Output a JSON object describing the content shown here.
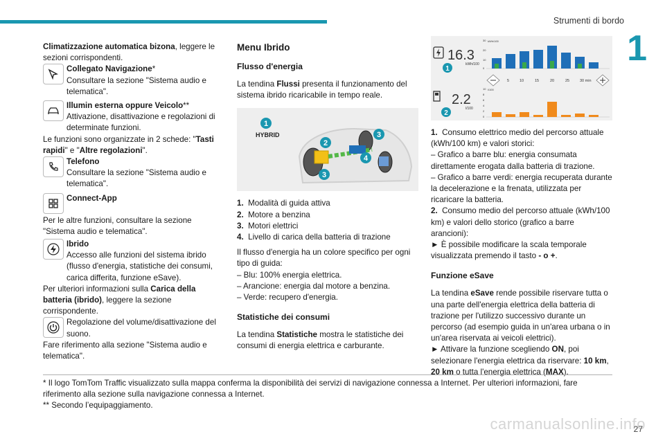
{
  "header": {
    "section_title": "Strumenti di bordo",
    "chapter_number": "1"
  },
  "col1": {
    "intro_bold": "Climatizzazione automatica bizona",
    "intro_rest": ", leggere le sezioni corrispondenti.",
    "nav_title": "Collegato Navigazione",
    "nav_star": "*",
    "nav_text": "Consultare la sezione \"Sistema audio e telematica\".",
    "light_title": "Illumin esterna oppure Veicolo",
    "light_star": "**",
    "light_text": "Attivazione, disattivazione e regolazioni di determinate funzioni.",
    "tabs_text_a": "Le funzioni sono organizzate in 2 schede: \"",
    "tabs_bold_a": "Tasti rapidi",
    "tabs_text_b": "\" e \"",
    "tabs_bold_b": "Altre regolazioni",
    "tabs_text_c": "\".",
    "phone_title": "Telefono",
    "phone_text": "Consultare la sezione \"Sistema audio e telematica\".",
    "connect_title": "Connect-App",
    "connect_text": "Per le altre funzioni, consultare la sezione \"Sistema audio e telematica\".",
    "hybrid_title": "Ibrido",
    "hybrid_text": "Accesso alle funzioni del sistema ibrido (flusso d'energia, statistiche dei consumi, carica differita, funzione eSave).",
    "battery_text_a": "Per ulteriori informazioni sulla ",
    "battery_bold": "Carica della batteria (ibrido)",
    "battery_text_b": ", leggere la sezione corrispondente.",
    "volume_text": "Regolazione del volume/disattivazione del suono.",
    "volume_ref": "Fare riferimento alla sezione \"Sistema audio e telematica\"."
  },
  "col2": {
    "heading": "Menu Ibrido",
    "flow_heading": "Flusso d'energia",
    "flow_text_a": "La tendina ",
    "flow_bold": "Flussi",
    "flow_text_b": " presenta il funzionamento del sistema ibrido ricaricabile in tempo reale.",
    "figure_label": "HYBRID",
    "figure_badges": [
      "1",
      "2",
      "3",
      "3",
      "4"
    ],
    "list": [
      {
        "n": "1.",
        "t": "Modalità di guida attiva"
      },
      {
        "n": "2.",
        "t": "Motore a benzina"
      },
      {
        "n": "3.",
        "t": "Motori elettrici"
      },
      {
        "n": "4.",
        "t": "Livello di carica della batteria di trazione"
      }
    ],
    "color_intro": "Il flusso d'energia ha un colore specifico per ogni tipo di guida:",
    "color_list": [
      "– Blu: 100% energia elettrica.",
      "– Arancione: energia dal motore a benzina.",
      "– Verde: recupero d'energia."
    ],
    "stats_heading": "Statistiche dei consumi",
    "stats_text_a": "La tendina ",
    "stats_bold": "Statistiche",
    "stats_text_b": " mostra le statistiche dei consumi di energia elettrica e carburante."
  },
  "col3": {
    "screen": {
      "elec_value": "16.3",
      "elec_unit": "kWh/100",
      "fuel_value": "2.2",
      "fuel_unit": "l/100",
      "top_unit": "kWh/100",
      "bottom_unit": "l/100",
      "top_ticks": [
        "30",
        "20",
        "10",
        "0"
      ],
      "bottom_ticks": [
        "10",
        "8",
        "6",
        "4",
        "2",
        "0"
      ],
      "scale": [
        "5",
        "10",
        "15",
        "20",
        "25",
        "30 min"
      ],
      "badges": [
        "1",
        "2"
      ]
    },
    "p1_n": "1.",
    "p1_t": "Consumo elettrico medio del percorso attuale (kWh/100 km) e valori storici:",
    "p1_d1": "– Grafico a barre blu: energia consumata direttamente erogata dalla batteria di trazione.",
    "p1_d2": "– Grafico a barre verdi: energia recuperata durante la decelerazione e la frenata, utilizzata per ricaricare la batteria.",
    "p2_n": "2.",
    "p2_t": "Consumo medio del percorso attuale (kWh/100 km) e valori dello storico (grafico a barre arancioni):",
    "p3_a": "► È possibile modificare la scala temporale visualizzata premendo il tasto ",
    "p3_b": "- o +",
    "p3_c": ".",
    "esave_heading": "Funzione eSave",
    "esave_a": "La tendina ",
    "esave_bold": "eSave",
    "esave_b": " rende possibile riservare tutta o una parte dell'energia elettrica della batteria di trazione per l'utilizzo successivo durante un percorso (ad esempio guida in un'area urbana o in un'area riservata ai veicoli elettrici).",
    "esave_c": "► Attivare la funzione scegliendo ",
    "esave_on": "ON",
    "esave_d": ", poi selezionare l'energia elettrica da riservare: ",
    "esave_10": "10 km",
    "esave_e": ", ",
    "esave_20": "20 km",
    "esave_f": " o tutta l'energia elettrica (",
    "esave_max": "MAX",
    "esave_g": ")."
  },
  "footnotes": {
    "f1": "*  Il logo TomTom Traffic visualizzato sulla mappa conferma la disponibilità dei servizi di navigazione connessa a Internet. Per ulteriori informazioni, fare riferimento alla sezione sulla navigazione connessa a Internet.",
    "f2": "**  Secondo l’equipaggiamento."
  },
  "footer": {
    "page_number": "27",
    "watermark": "carmanualsonline.info"
  },
  "colors": {
    "accent": "#1a97b0",
    "blue": "#1f6fb8",
    "green": "#3aa84a",
    "orange": "#f08a1c"
  }
}
